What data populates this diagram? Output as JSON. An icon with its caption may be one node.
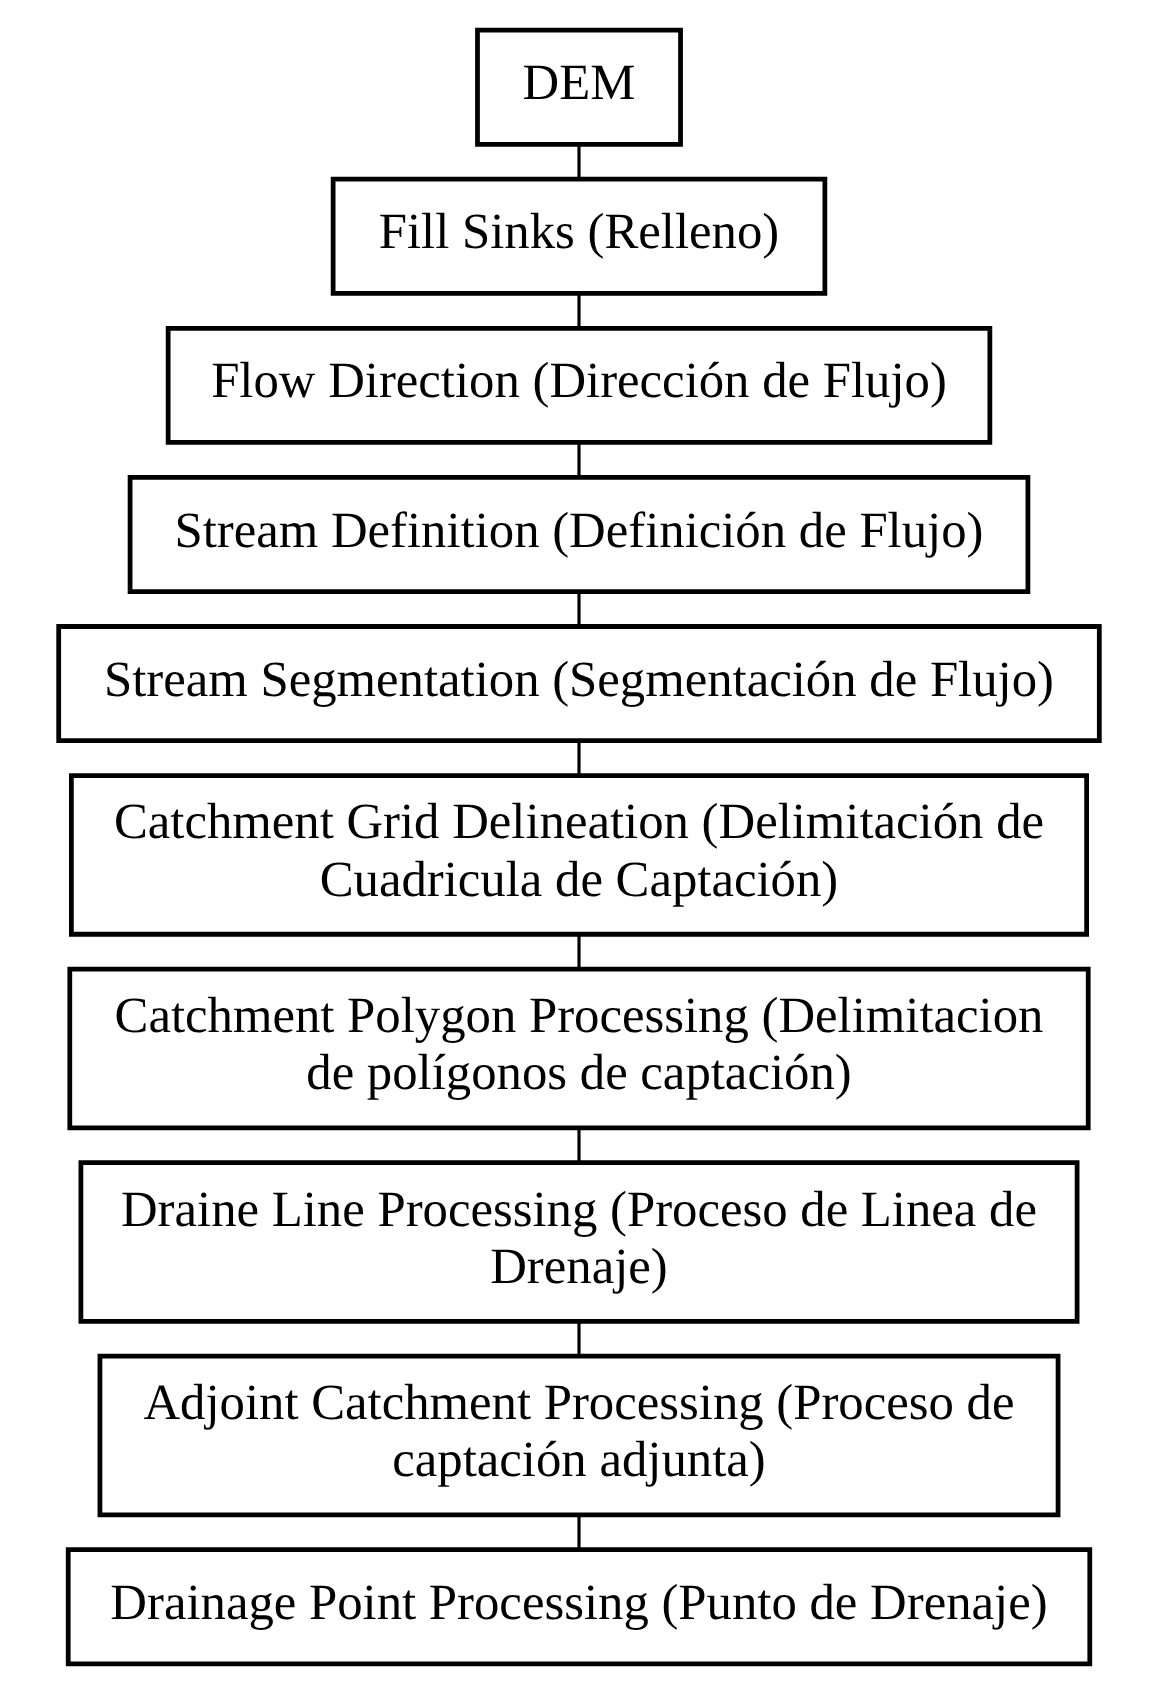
{
  "diagram": {
    "nodes": [
      {
        "text": [
          "DEM"
        ]
      },
      {
        "text": [
          "Fill Sinks (Relleno)"
        ]
      },
      {
        "text": [
          "Flow Direction (Dirección de Flujo)"
        ]
      },
      {
        "text": [
          "Stream Definition (Definición de Flujo)"
        ]
      },
      {
        "text": [
          "Stream Segmentation (Segmentación de Flujo)"
        ]
      },
      {
        "text": [
          "Catchment Grid Delineation (Delimitación de Cuadricula de Captación)"
        ]
      },
      {
        "text": [
          "Catchment Polygon Processing (Delimitacion de polígonos de captación)"
        ]
      },
      {
        "text": [
          "Draine Line Processing (Proceso de Linea de Drenaje)"
        ]
      },
      {
        "text": [
          "Adjoint Catchment Processing (Proceso de captación adjunta)"
        ]
      },
      {
        "text": [
          "Drainage Point Processing (Punto de Drenaje)"
        ]
      }
    ],
    "edges": [
      {
        "from": 0,
        "to": 1,
        "arrow": "none"
      },
      {
        "from": 1,
        "to": 2,
        "arrow": "none"
      },
      {
        "from": 2,
        "to": 3,
        "arrow": "none"
      },
      {
        "from": 3,
        "to": 4,
        "arrow": "none"
      },
      {
        "from": 4,
        "to": 5,
        "arrow": "none"
      },
      {
        "from": 5,
        "to": 6,
        "arrow": "none"
      },
      {
        "from": 6,
        "to": 7,
        "arrow": "none"
      },
      {
        "from": 7,
        "to": 8,
        "arrow": "none"
      },
      {
        "from": 8,
        "to": 9,
        "arrow": "none"
      }
    ]
  }
}
